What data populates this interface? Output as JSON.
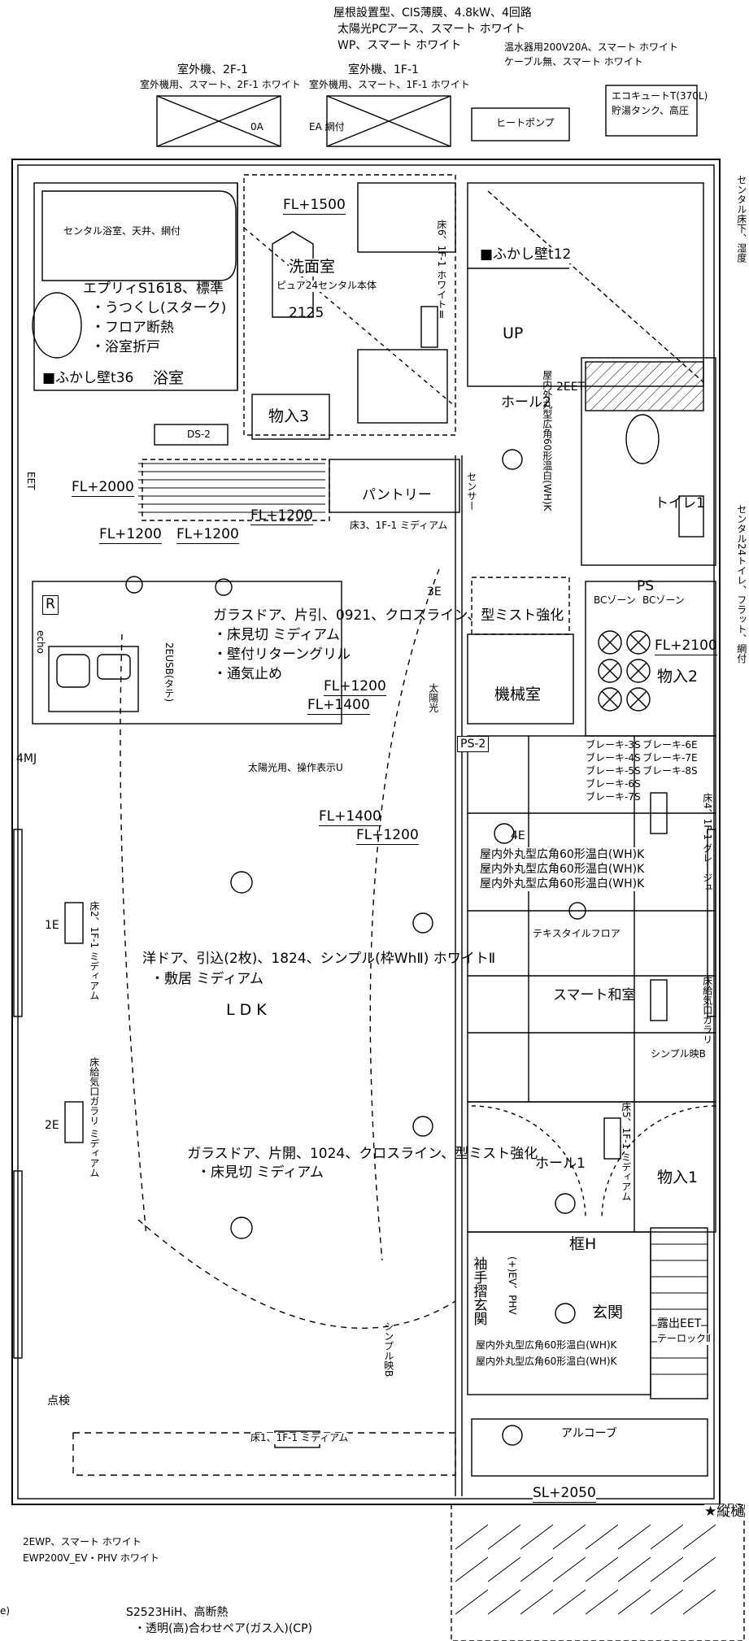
{
  "top_notes": {
    "solar_l1": "屋根設置型、CIS薄膜、4.8kW、4回路",
    "solar_l2": "太陽光PCアース、スマート ホワイト",
    "solar_l3": "WP、スマート ホワイト",
    "water_heater_l1": "温水器用200V20A、スマート ホワイト",
    "water_heater_l2": "ケーブル無、スマート ホワイト",
    "ecocute_l1": "エコキュートT(370L)",
    "ecocute_l2": "貯湯タンク、高圧",
    "outdoor_2f_title": "室外機、2F-1",
    "outdoor_2f_sub": "室外機用、スマート、2F-1 ホワイト",
    "outdoor_1f_title": "室外機、1F-1",
    "outdoor_1f_sub": "室外機用、スマート、1F-1 ホワイト",
    "oa": "0A",
    "ea": "EA 網付",
    "heat_pump": "ヒートポンプ"
  },
  "rooms": {
    "bath_title": "センタル浴室、天井、網付",
    "bath_spec1": "エプリィS1618、標準",
    "bath_spec2": "・うつくし(スターク)",
    "bath_spec3": "・フロア断熱",
    "bath_spec4": "・浴室折戸",
    "bath_wall": "■ふかし壁t36",
    "bath": "浴室",
    "fl1500": "FL+1500",
    "washroom": "洗面室",
    "washroom_unit": "ピュア24センタル本体",
    "washroom_no": "2125",
    "storage3": "物入3",
    "floor6": "床6、1F-1 ホワイトⅡ",
    "stair_wall": "■ふかし壁t12",
    "up": "UP",
    "ds2": "DS-2",
    "fl2000": "FL+2000",
    "fl1200a": "FL+1200",
    "fl1200b": "FL+1200",
    "fl1200c": "FL+1200",
    "pantry": "パントリー",
    "floor3": "床3、1F-1 ミディアム",
    "hall2": "ホール2",
    "hall2_light": "屋内外丸型広角60形温白(WH)K",
    "sensor": "センサー",
    "toilet1": "トイレ1",
    "toilet_note": "センタル24トイレ、フラット、網付",
    "ps": "PS",
    "bc1": "BCゾーン",
    "bc2": "BCゾーン",
    "fl2100": "FL+2100",
    "storage2": "物入2",
    "glass_door": "ガラスドア、片引、0921、クロスライン、型ミスト強化",
    "glass_door_s1": "・床見切 ミディアム",
    "glass_door_s2": "・壁付リターングリル",
    "glass_door_s3": "・通気止め",
    "kitchen_r": "R",
    "kitchen_echo": "echo",
    "usb": "2EUSB(タテ)",
    "fl1200d": "FL+1200",
    "fl1400a": "FL+1400",
    "solar_disp": "太陽光",
    "solar_ctrl": "太陽光用、操作表示U",
    "mech_room": "機械室",
    "ps2": "PS-2",
    "fl1400b": "FL+1400",
    "fl1200e": "FL+1200",
    "e4": "4E",
    "e3": "3E",
    "e1": "1E",
    "e2": "2E",
    "mj4": "4MJ",
    "breakers": [
      "ブレーキ-3S",
      "ブレーキ-4S",
      "ブレーキ-5S",
      "ブレーキ-6S",
      "ブレーキ-7S"
    ],
    "breakers_r": [
      "ブレーキ-6E",
      "ブレーキ-7E",
      "ブレーキ-8S"
    ],
    "ceiling_light": "屋内外丸型広角60形温白(WH)K",
    "floor4": "床4、1F-1 グレージュ",
    "textile": "テキスタイルフロア",
    "washitsu": "スマート和室",
    "floor_vent_w": "床給気口ガラリ",
    "simple_b": "シンプル映B",
    "floor2": "床2、1F-1 ミディアム",
    "western_door": "洋ドア、引込(2枚)、1824、シンプル(枠WhⅡ) ホワイトⅡ",
    "western_door_s1": "・敷居 ミディアム",
    "ldk": "LDK",
    "floor_vent": "床給気口ガラリ ミディアム",
    "glass_door2": "ガラスドア、片開、1024、クロスライン、型ミスト強化",
    "glass_door2_s1": "・床見切 ミディアム",
    "hall1": "ホール1",
    "floor5": "床5、1F-1 ミディアム",
    "storage1": "物入1",
    "frame_h": "框H",
    "genkan_shelf": "袖手摺玄関",
    "ev_phv": "(+)EV、PHV",
    "entrance": "玄関",
    "ent_light1": "屋内外丸型広角60形温白(WH)K",
    "ent_light2": "屋内外丸型広角60形温白(WH)K",
    "exposed_eet": "露出EET",
    "ext_lock": "テーロックⅡ",
    "simple_b2": "シンプル映B",
    "inspect": "点検",
    "floor1": "床1、1F-1 ミディアム",
    "alcove": "アルコーブ",
    "sl2050": "SL+2050",
    "tate_toi": "★縦樋",
    "ewp_l1": "2EWP、スマート ホワイト",
    "ewp_l2": "EWP200V_EV・PHV ホワイト",
    "window_spec1": "S2523HiH、高断熱",
    "window_spec2": "・透明(高)合わせペア(ガス入)(CP)",
    "side_note": "センタル床下、湿度",
    "left_edge": "e)",
    "eet": "EET",
    "eet2": "2EET"
  }
}
